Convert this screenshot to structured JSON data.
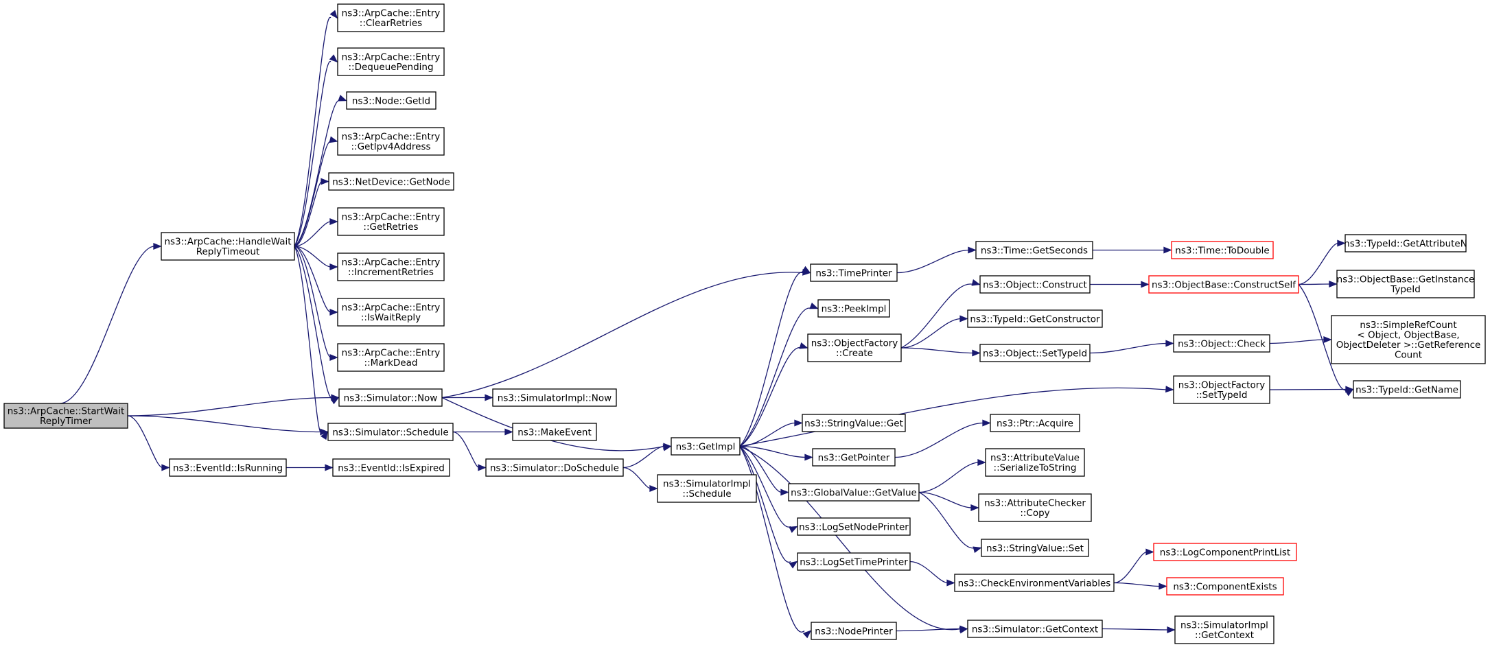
{
  "diagram": {
    "type": "call-graph",
    "colors": {
      "edge": "#191970",
      "border": "#000000",
      "truncated_border": "#ff0000",
      "root_fill": "#bfbfbf",
      "node_fill": "#ffffff"
    },
    "nodes": [
      {
        "id": "startwait",
        "lines": [
          "ns3::ArpCache::StartWait",
          "ReplyTimer"
        ],
        "root": true
      },
      {
        "id": "handlewait",
        "lines": [
          "ns3::ArpCache::HandleWait",
          "ReplyTimeout"
        ]
      },
      {
        "id": "clearretries",
        "lines": [
          "ns3::ArpCache::Entry",
          "::ClearRetries"
        ]
      },
      {
        "id": "dequeuepending",
        "lines": [
          "ns3::ArpCache::Entry",
          "::DequeuePending"
        ]
      },
      {
        "id": "nodegetid",
        "lines": [
          "ns3::Node::GetId"
        ]
      },
      {
        "id": "getipv4address",
        "lines": [
          "ns3::ArpCache::Entry",
          "::GetIpv4Address"
        ]
      },
      {
        "id": "netdevicegetnode",
        "lines": [
          "ns3::NetDevice::GetNode"
        ]
      },
      {
        "id": "getretries",
        "lines": [
          "ns3::ArpCache::Entry",
          "::GetRetries"
        ]
      },
      {
        "id": "incrementretries",
        "lines": [
          "ns3::ArpCache::Entry",
          "::IncrementRetries"
        ]
      },
      {
        "id": "iswaitreply",
        "lines": [
          "ns3::ArpCache::Entry",
          "::IsWaitReply"
        ]
      },
      {
        "id": "markdead",
        "lines": [
          "ns3::ArpCache::Entry",
          "::MarkDead"
        ]
      },
      {
        "id": "simnow",
        "lines": [
          "ns3::Simulator::Now"
        ]
      },
      {
        "id": "simschedule",
        "lines": [
          "ns3::Simulator::Schedule"
        ]
      },
      {
        "id": "isrunning",
        "lines": [
          "ns3::EventId::IsRunning"
        ]
      },
      {
        "id": "isexpired",
        "lines": [
          "ns3::EventId::IsExpired"
        ]
      },
      {
        "id": "simimplnow",
        "lines": [
          "ns3::SimulatorImpl::Now"
        ]
      },
      {
        "id": "makeevent",
        "lines": [
          "ns3::MakeEvent"
        ]
      },
      {
        "id": "doschedule",
        "lines": [
          "ns3::Simulator::DoSchedule"
        ]
      },
      {
        "id": "simimplschedule",
        "lines": [
          "ns3::SimulatorImpl",
          "::Schedule"
        ]
      },
      {
        "id": "getimpl",
        "lines": [
          "ns3::GetImpl"
        ]
      },
      {
        "id": "timeprinter",
        "lines": [
          "ns3::TimePrinter"
        ]
      },
      {
        "id": "peekimpl",
        "lines": [
          "ns3::PeekImpl"
        ]
      },
      {
        "id": "objfactorycreate",
        "lines": [
          "ns3::ObjectFactory",
          "::Create"
        ]
      },
      {
        "id": "stringvalueget",
        "lines": [
          "ns3::StringValue::Get"
        ]
      },
      {
        "id": "getpointer",
        "lines": [
          "ns3::GetPointer"
        ]
      },
      {
        "id": "globalvalueget",
        "lines": [
          "ns3::GlobalValue::GetValue"
        ]
      },
      {
        "id": "logsetnodeprinter",
        "lines": [
          "ns3::LogSetNodePrinter"
        ]
      },
      {
        "id": "logsettimeprinter",
        "lines": [
          "ns3::LogSetTimePrinter"
        ]
      },
      {
        "id": "nodeprinter",
        "lines": [
          "ns3::NodePrinter"
        ]
      },
      {
        "id": "timegetseconds",
        "lines": [
          "ns3::Time::GetSeconds"
        ]
      },
      {
        "id": "timetodouble",
        "lines": [
          "ns3::Time::ToDouble"
        ],
        "truncated": true
      },
      {
        "id": "objectconstruct",
        "lines": [
          "ns3::Object::Construct"
        ]
      },
      {
        "id": "typeidgetconstructor",
        "lines": [
          "ns3::TypeId::GetConstructor"
        ]
      },
      {
        "id": "objectsettypeid",
        "lines": [
          "ns3::Object::SetTypeId"
        ]
      },
      {
        "id": "objectbaseconstructself",
        "lines": [
          "ns3::ObjectBase::ConstructSelf"
        ],
        "truncated": true
      },
      {
        "id": "typeidgetattributen",
        "lines": [
          "ns3::TypeId::GetAttributeN"
        ]
      },
      {
        "id": "objectbasegetinstancetypeid",
        "lines": [
          "ns3::ObjectBase::GetInstance",
          "TypeId"
        ]
      },
      {
        "id": "objectcheck",
        "lines": [
          "ns3::Object::Check"
        ]
      },
      {
        "id": "simplerefcount",
        "lines": [
          "ns3::SimpleRefCount",
          "< Object, ObjectBase,",
          " ObjectDeleter >::GetReference",
          "Count"
        ]
      },
      {
        "id": "objfactorysettypeid",
        "lines": [
          "ns3::ObjectFactory",
          "::SetTypeId"
        ]
      },
      {
        "id": "typeidgetname",
        "lines": [
          "ns3::TypeId::GetName"
        ]
      },
      {
        "id": "ptracquire",
        "lines": [
          "ns3::Ptr::Acquire"
        ]
      },
      {
        "id": "serializetostring",
        "lines": [
          "ns3::AttributeValue",
          "::SerializeToString"
        ]
      },
      {
        "id": "attrcheckercopy",
        "lines": [
          "ns3::AttributeChecker",
          "::Copy"
        ]
      },
      {
        "id": "stringvalueset",
        "lines": [
          "ns3::StringValue::Set"
        ]
      },
      {
        "id": "checkenv",
        "lines": [
          "ns3::CheckEnvironmentVariables"
        ]
      },
      {
        "id": "logcomponentprintlist",
        "lines": [
          "ns3::LogComponentPrintList"
        ],
        "truncated": true
      },
      {
        "id": "componentexists",
        "lines": [
          "ns3::ComponentExists"
        ],
        "truncated": true
      },
      {
        "id": "simgetcontext",
        "lines": [
          "ns3::Simulator::GetContext"
        ]
      },
      {
        "id": "simimplgetcontext",
        "lines": [
          "ns3::SimulatorImpl",
          "::GetContext"
        ]
      }
    ]
  }
}
